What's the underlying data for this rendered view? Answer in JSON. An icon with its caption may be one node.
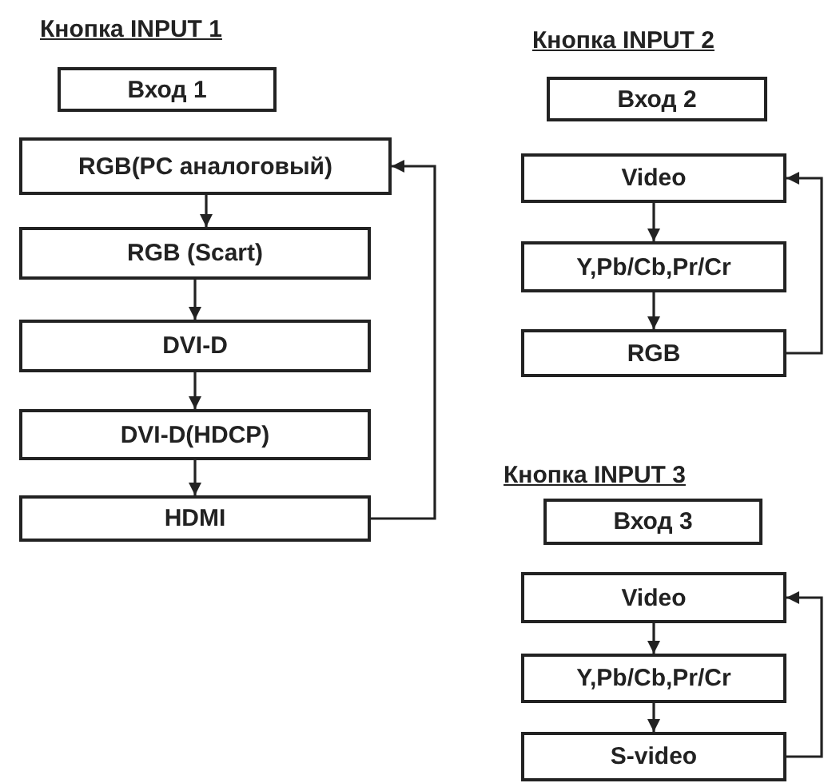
{
  "diagram": {
    "nodes": [
      {
        "text": [
          "Вход 1"
        ]
      },
      {
        "text": [
          "RGB(PC аналоговый)"
        ]
      },
      {
        "text": [
          "RGB (Scart)"
        ]
      },
      {
        "text": [
          "DVI-D"
        ]
      },
      {
        "text": [
          "DVI-D(HDCP)"
        ]
      },
      {
        "text": [
          "HDMI"
        ]
      },
      {
        "text": [
          "Вход 2"
        ]
      },
      {
        "text": [
          "Video"
        ]
      },
      {
        "text": [
          "Y,Pb/Cb,Pr/Cr"
        ]
      },
      {
        "text": [
          "RGB"
        ]
      },
      {
        "text": [
          "Вход 3"
        ]
      },
      {
        "text": [
          "Video"
        ]
      },
      {
        "text": [
          "Y,Pb/Cb,Pr/Cr"
        ]
      },
      {
        "text": [
          "S-video"
        ]
      }
    ],
    "edges": [
      {
        "from": 1,
        "to": 2,
        "arrow": "to"
      },
      {
        "from": 2,
        "to": 3,
        "arrow": "to"
      },
      {
        "from": 3,
        "to": 4,
        "arrow": "to"
      },
      {
        "from": 4,
        "to": 5,
        "arrow": "to"
      },
      {
        "from": 5,
        "to": 1,
        "arrow": "to"
      },
      {
        "from": 7,
        "to": 8,
        "arrow": "to"
      },
      {
        "from": 8,
        "to": 9,
        "arrow": "to"
      },
      {
        "from": 9,
        "to": 7,
        "arrow": "to"
      },
      {
        "from": 11,
        "to": 12,
        "arrow": "to"
      },
      {
        "from": 12,
        "to": 13,
        "arrow": "to"
      },
      {
        "from": 13,
        "to": 11,
        "arrow": "to"
      }
    ],
    "labels": [
      "Кнопка INPUT 1",
      "Кнопка INPUT 2",
      "Кнопка INPUT 3"
    ]
  }
}
